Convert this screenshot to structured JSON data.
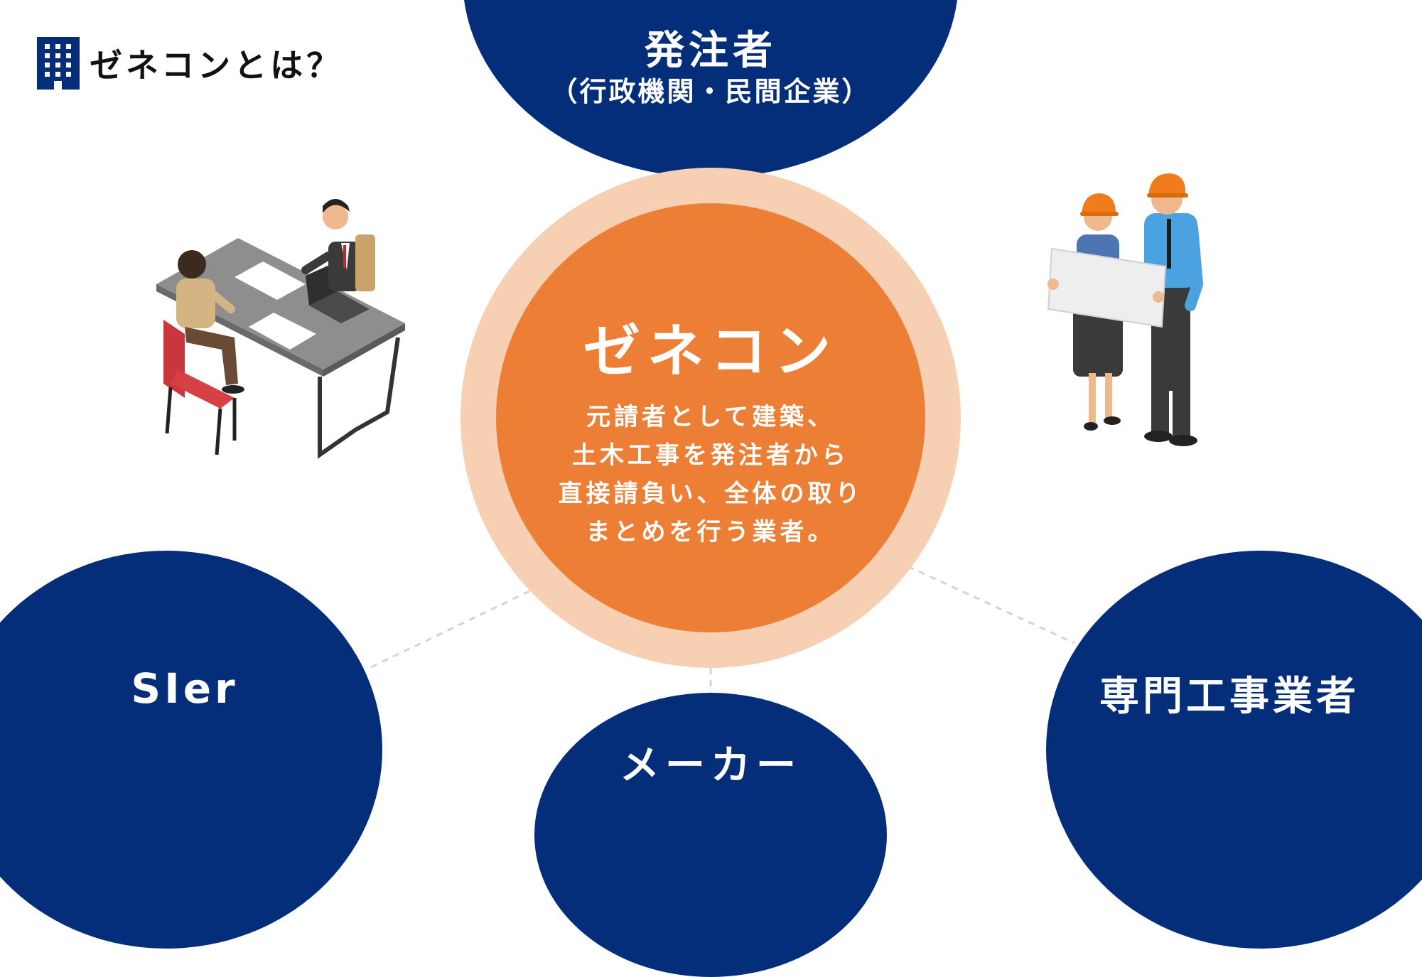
{
  "header": {
    "title": "ゼネコンとは？"
  },
  "nodes": {
    "client": {
      "title": "発注者",
      "subtitle": "（行政機関・民間企業）"
    },
    "center": {
      "title": "ゼネコン",
      "description": [
        "元請者として建築、",
        "土木工事を発注者から",
        "直接請負い、全体の取り",
        "まとめを行う業者。"
      ]
    },
    "sier": {
      "label": "SIer"
    },
    "maker": {
      "label": "メーカー"
    },
    "specialist": {
      "label": "専門工事業者"
    }
  },
  "colors": {
    "navy": "#052e7a",
    "orange": "#ec7f35",
    "peach_ring": "#f7cfb2",
    "connector": "#d4d4d4"
  },
  "illustrations": [
    "meeting-at-desk-illustration",
    "engineers-reviewing-plans-illustration"
  ]
}
